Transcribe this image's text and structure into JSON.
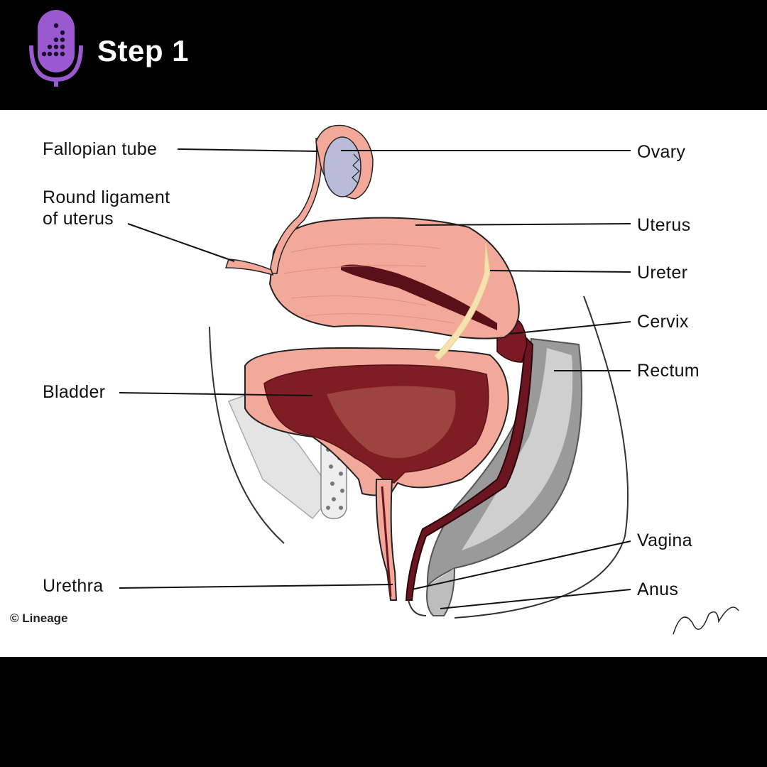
{
  "header": {
    "title": "Step 1",
    "icon": "microphone-icon",
    "accent_color": "#9b59d0"
  },
  "labels": {
    "fallopian_tube": "Fallopian tube",
    "round_ligament": "Round ligament\nof uterus",
    "bladder": "Bladder",
    "urethra": "Urethra",
    "ovary": "Ovary",
    "uterus": "Uterus",
    "ureter": "Ureter",
    "cervix": "Cervix",
    "rectum": "Rectum",
    "vagina": "Vagina",
    "anus": "Anus"
  },
  "copyright": "© Lineage"
}
